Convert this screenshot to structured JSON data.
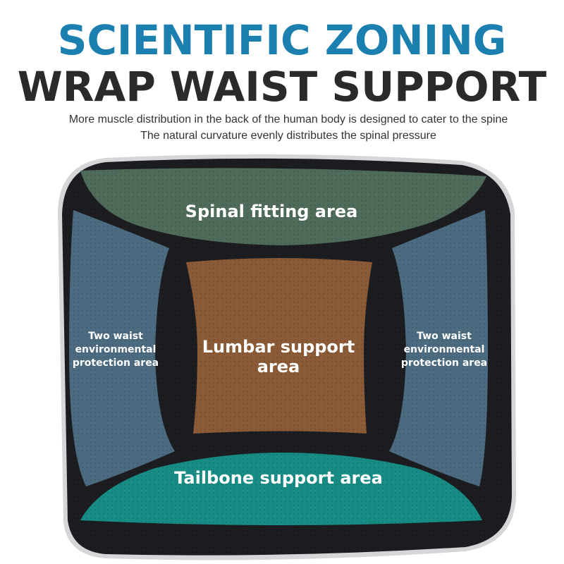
{
  "headline": {
    "line1": "SCIENTIFIC ZONING",
    "line2": "WRAP WAIST SUPPORT"
  },
  "subtitle": {
    "line1": "More muscle distribution in the back of the human body is designed to cater to the spine",
    "line2": "The natural curvature evenly distributes the spinal pressure"
  },
  "zones": {
    "spinal": "Spinal fitting area",
    "lumbar": "Lumbar support area",
    "tailbone": "Tailbone support area",
    "left_side": "Two waist environmental protection area",
    "right_side": "Two waist environmental protection area"
  },
  "colors": {
    "headline_blue": "#1b7fb0",
    "headline_dark": "#2a2a2a",
    "cushion_black": "#1c1d20",
    "spinal_green": "#4f6b5a",
    "side_blue": "#4c6a80",
    "lumbar_brown": "#8b5a36",
    "tailbone_teal": "#168c84"
  }
}
